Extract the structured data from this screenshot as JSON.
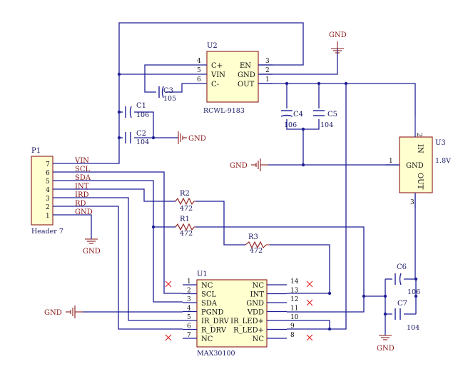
{
  "components": {
    "u2": {
      "designator": "U2",
      "value": "RCWL-9183",
      "pins_left": [
        {
          "num": "4",
          "name": "C+"
        },
        {
          "num": "5",
          "name": "VIN"
        },
        {
          "num": "6",
          "name": "C-"
        }
      ],
      "pins_right": [
        {
          "num": "3",
          "name": "EN"
        },
        {
          "num": "2",
          "name": "GND"
        },
        {
          "num": "1",
          "name": "OUT"
        }
      ]
    },
    "u3": {
      "designator": "U3",
      "value": "1.8V",
      "pins": [
        {
          "num": "2",
          "name": "IN"
        },
        {
          "num": "1",
          "name": "GND"
        },
        {
          "num": "3",
          "name": "OUT"
        }
      ]
    },
    "u1": {
      "designator": "U1",
      "value": "MAX30100",
      "pins_left": [
        {
          "num": "1",
          "name": "NC"
        },
        {
          "num": "2",
          "name": "SCL"
        },
        {
          "num": "3",
          "name": "SDA"
        },
        {
          "num": "4",
          "name": "PGND"
        },
        {
          "num": "5",
          "name": "IR_DRV"
        },
        {
          "num": "6",
          "name": "R_DRV"
        },
        {
          "num": "7",
          "name": "NC"
        }
      ],
      "pins_right": [
        {
          "num": "14",
          "name": "NC"
        },
        {
          "num": "13",
          "name": "INT"
        },
        {
          "num": "12",
          "name": "GND"
        },
        {
          "num": "11",
          "name": "VDD"
        },
        {
          "num": "10",
          "name": "IR_LED+"
        },
        {
          "num": "9",
          "name": "R_LED+"
        },
        {
          "num": "8",
          "name": "NC"
        }
      ]
    },
    "p1": {
      "designator": "P1",
      "value": "Header 7",
      "pins": [
        {
          "num": "7",
          "net": "VIN"
        },
        {
          "num": "6",
          "net": "SCL"
        },
        {
          "num": "5",
          "net": "SDA"
        },
        {
          "num": "4",
          "net": "INT"
        },
        {
          "num": "3",
          "net": "IRD"
        },
        {
          "num": "2",
          "net": "RD"
        },
        {
          "num": "1",
          "net": "GND"
        }
      ]
    },
    "c1": {
      "designator": "C1",
      "value": "106"
    },
    "c2": {
      "designator": "C2",
      "value": "104"
    },
    "c3": {
      "designator": "C3",
      "value": "105"
    },
    "c4": {
      "designator": "C4",
      "value": "106"
    },
    "c5": {
      "designator": "C5",
      "value": "104"
    },
    "c6": {
      "designator": "C6",
      "value": "106"
    },
    "c7": {
      "designator": "C7",
      "value": "104"
    },
    "r1": {
      "designator": "R1",
      "value": "472"
    },
    "r2": {
      "designator": "R2",
      "value": "472"
    },
    "r3": {
      "designator": "R3",
      "value": "472"
    }
  },
  "ground_label": "GND"
}
